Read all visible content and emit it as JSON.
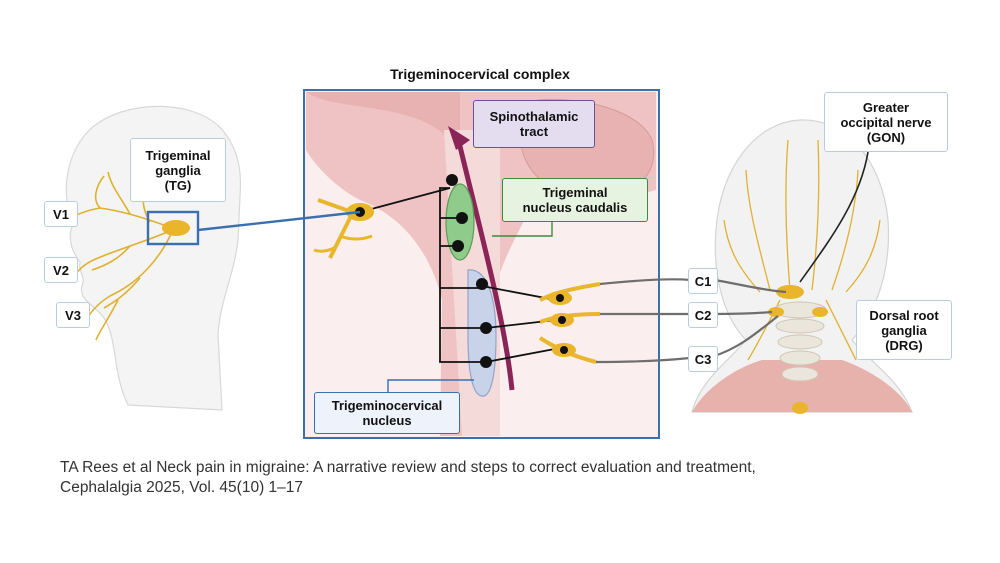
{
  "title": "Trigeminocervical complex",
  "labels": {
    "trigeminal_ganglia": "Trigeminal\nganglia\n(TG)",
    "v1": "V1",
    "v2": "V2",
    "v3": "V3",
    "spinothalamic_tract": "Spinothalamic\ntract",
    "trigeminal_nucleus_caudalis": "Trigeminal\nnucleus caudalis",
    "trigeminocervical_nucleus": "Trigeminocervical\nnucleus",
    "greater_occipital_nerve": "Greater\noccipital nerve\n(GON)",
    "c1": "C1",
    "c2": "C2",
    "c3": "C3",
    "dorsal_root_ganglia": "Dorsal root\nganglia\n(DRG)"
  },
  "caption": {
    "line1": "TA Rees et al Neck pain in migraine: A narrative review and steps to correct evaluation and treatment,",
    "line2": "Cephalalgia 2025, Vol. 45(10) 1–17"
  },
  "colors": {
    "frame_blue": "#3a6fb0",
    "nerve_yellow": "#e8b72c",
    "brain_pink": "#efc3c3",
    "tract_purple": "#8b2457",
    "nucleus_green": "#8fcb8a",
    "nucleus_blue": "#c8d3ea"
  }
}
